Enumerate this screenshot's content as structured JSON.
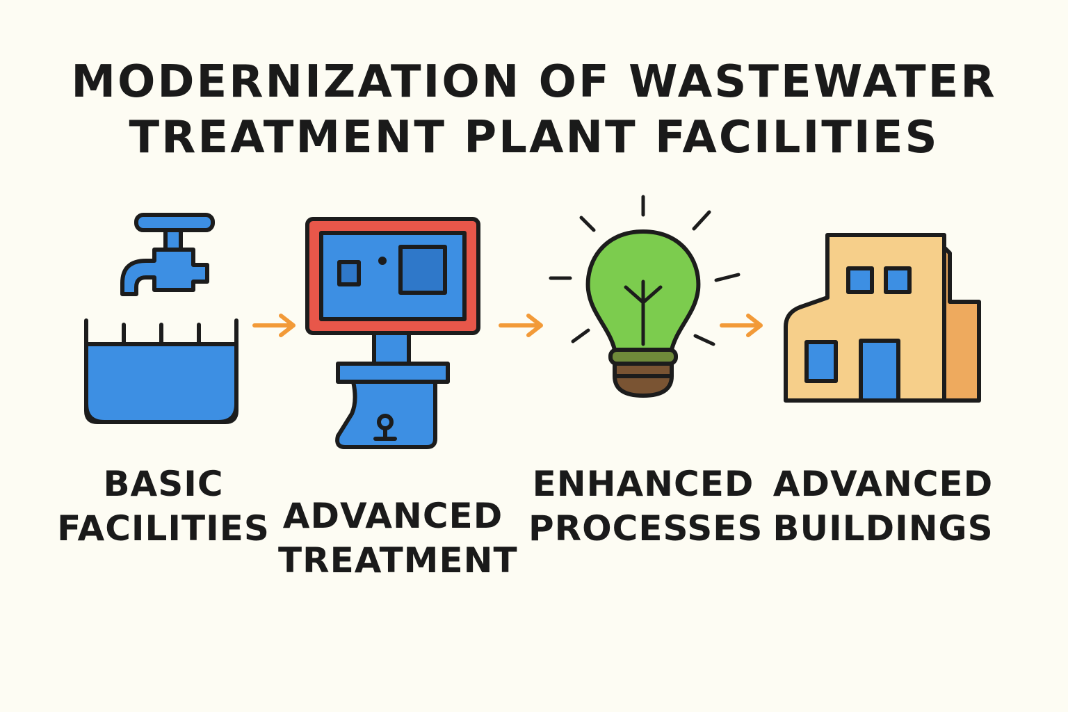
{
  "title": {
    "line1": "MODERNIZATION OF WASTEWATER",
    "line2": "TREATMENT PLANT FACILITIES"
  },
  "stages": [
    {
      "line1": "BASIC",
      "line2": "FACILITIES",
      "icon": "faucet-basin-icon"
    },
    {
      "line1": "ADVANCED",
      "line2": "TREATMENT",
      "icon": "monitor-console-icon"
    },
    {
      "line1": "ENHANCED",
      "line2": "PROCESSES",
      "icon": "lightbulb-icon"
    },
    {
      "line1": "ADVANCED",
      "line2": "BUILDINGS",
      "icon": "building-icon"
    }
  ],
  "colors": {
    "background": "#fdfcf3",
    "blue": "#3d8fe3",
    "red": "#e8574a",
    "green": "#7ccc4e",
    "brown": "#7a5433",
    "building": "#f6cf8a",
    "building_side": "#eeaa5e",
    "arrow": "#f29a38"
  }
}
